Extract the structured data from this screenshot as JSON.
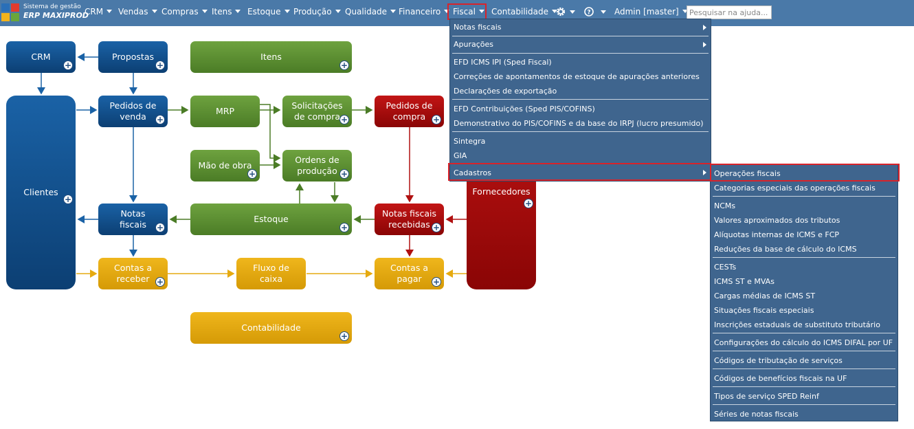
{
  "brand": {
    "line1": "Sistema de gestão",
    "line2": "ERP MAXIPROD",
    "logo_icon": "maxiprod-logo"
  },
  "nav": {
    "items": [
      "CRM",
      "Vendas",
      "Compras",
      "Itens",
      "Estoque",
      "Produção",
      "Qualidade",
      "Financeiro",
      "Fiscal",
      "Contabilidade"
    ],
    "settings_icon": "gear-icon",
    "help_icon": "help-icon",
    "user": "Admin [master]",
    "search_placeholder": "Pesquisar na ajuda...",
    "highlight_color": "#d9232a"
  },
  "diagram": {
    "crm": "CRM",
    "propostas": "Propostas",
    "itens": "Itens",
    "clientes": "Clientes",
    "pedidos_venda": "Pedidos de venda",
    "mrp": "MRP",
    "solicitacoes": "Solicitações de compra",
    "pedidos_compra": "Pedidos de compra",
    "mao_obra": "Mão de obra",
    "ordens": "Ordens de produção",
    "fornecedores": "Fornecedores",
    "notas_fiscais": "Notas fiscais",
    "estoque": "Estoque",
    "notas_recebidas": "Notas fiscais recebidas",
    "contas_receber": "Contas a receber",
    "fluxo_caixa": "Fluxo de caixa",
    "contas_pagar": "Contas a pagar",
    "contabilidade": "Contabilidade",
    "colors": {
      "blue": "#1a62a6",
      "green": "#5e9132",
      "red": "#b01010",
      "gold": "#e6aa10"
    }
  },
  "fiscal_menu": {
    "items": [
      "Notas fiscais",
      "Apurações",
      "EFD ICMS IPI (Sped Fiscal)",
      "Correções de apontamentos de estoque de apurações anteriores",
      "Declarações de exportação",
      "EFD Contribuições (Sped PIS/COFINS)",
      "Demonstrativo do PIS/COFINS e da base do IRPJ (lucro presumido)",
      "Sintegra",
      "GIA",
      "Cadastros"
    ]
  },
  "cadastros_menu": {
    "items": [
      "Operações fiscais",
      "Categorias especiais das operações fiscais",
      "NCMs",
      "Valores aproximados dos tributos",
      "Alíquotas internas de ICMS e FCP",
      "Reduções da base de cálculo do ICMS",
      "CESTs",
      "ICMS ST e MVAs",
      "Cargas médias de ICMS ST",
      "Situações fiscais especiais",
      "Inscrições estaduais de substituto tributário",
      "Configurações do cálculo do ICMS DIFAL por UF",
      "Códigos de tributação de serviços",
      "Códigos de benefícios fiscais na UF",
      "Tipos de serviço SPED Reinf",
      "Séries de notas fiscais"
    ]
  }
}
